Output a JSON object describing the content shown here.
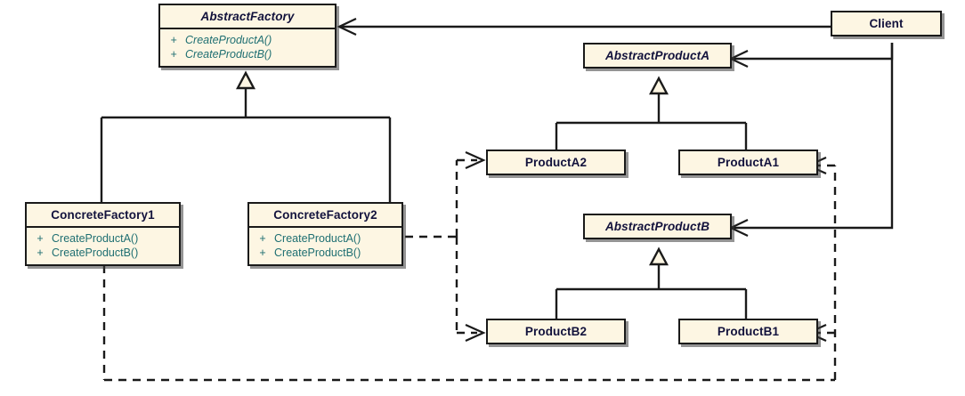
{
  "diagram": {
    "title": "Abstract Factory pattern UML class diagram",
    "colors": {
      "class_fill": "#fdf6e3",
      "class_border": "#1a1a1a",
      "class_name_text": "#12123c",
      "operation_text": "#1f6f72",
      "edge": "#1a1a1a",
      "canvas": "#ffffff"
    },
    "classes": [
      {
        "id": "abstract-factory",
        "name": "AbstractFactory",
        "abstract": true,
        "operations": [
          {
            "visibility": "+",
            "signature": "CreateProductA()",
            "abstract": true
          },
          {
            "visibility": "+",
            "signature": "CreateProductB()",
            "abstract": true
          }
        ]
      },
      {
        "id": "concrete-factory-1",
        "name": "ConcreteFactory1",
        "abstract": false,
        "operations": [
          {
            "visibility": "+",
            "signature": "CreateProductA()",
            "abstract": false
          },
          {
            "visibility": "+",
            "signature": "CreateProductB()",
            "abstract": false
          }
        ]
      },
      {
        "id": "concrete-factory-2",
        "name": "ConcreteFactory2",
        "abstract": false,
        "operations": [
          {
            "visibility": "+",
            "signature": "CreateProductA()",
            "abstract": false
          },
          {
            "visibility": "+",
            "signature": "CreateProductB()",
            "abstract": false
          }
        ]
      },
      {
        "id": "abstract-product-a",
        "name": "AbstractProductA",
        "abstract": true,
        "operations": []
      },
      {
        "id": "product-a1",
        "name": "ProductA1",
        "abstract": false,
        "operations": []
      },
      {
        "id": "product-a2",
        "name": "ProductA2",
        "abstract": false,
        "operations": []
      },
      {
        "id": "abstract-product-b",
        "name": "AbstractProductB",
        "abstract": true,
        "operations": []
      },
      {
        "id": "product-b1",
        "name": "ProductB1",
        "abstract": false,
        "operations": []
      },
      {
        "id": "product-b2",
        "name": "ProductB2",
        "abstract": false,
        "operations": []
      },
      {
        "id": "client",
        "name": "Client",
        "abstract": false,
        "operations": []
      }
    ],
    "relationships": [
      {
        "id": "gen-cf1-af",
        "type": "generalization",
        "from": "ConcreteFactory1",
        "to": "AbstractFactory",
        "style": "solid",
        "arrow": "hollow-triangle"
      },
      {
        "id": "gen-cf2-af",
        "type": "generalization",
        "from": "ConcreteFactory2",
        "to": "AbstractFactory",
        "style": "solid",
        "arrow": "hollow-triangle"
      },
      {
        "id": "gen-pa1-apa",
        "type": "generalization",
        "from": "ProductA1",
        "to": "AbstractProductA",
        "style": "solid",
        "arrow": "hollow-triangle"
      },
      {
        "id": "gen-pa2-apa",
        "type": "generalization",
        "from": "ProductA2",
        "to": "AbstractProductA",
        "style": "solid",
        "arrow": "hollow-triangle"
      },
      {
        "id": "gen-pb1-apb",
        "type": "generalization",
        "from": "ProductB1",
        "to": "AbstractProductB",
        "style": "solid",
        "arrow": "hollow-triangle"
      },
      {
        "id": "gen-pb2-apb",
        "type": "generalization",
        "from": "ProductB2",
        "to": "AbstractProductB",
        "style": "solid",
        "arrow": "hollow-triangle"
      },
      {
        "id": "assoc-client-af",
        "type": "association",
        "from": "Client",
        "to": "AbstractFactory",
        "style": "solid",
        "arrow": "open"
      },
      {
        "id": "assoc-client-apa",
        "type": "association",
        "from": "Client",
        "to": "AbstractProductA",
        "style": "solid",
        "arrow": "open"
      },
      {
        "id": "assoc-client-apb",
        "type": "association",
        "from": "Client",
        "to": "AbstractProductB",
        "style": "solid",
        "arrow": "open"
      },
      {
        "id": "dep-cf2-pa2",
        "type": "dependency",
        "from": "ConcreteFactory2",
        "to": "ProductA2",
        "style": "dashed",
        "arrow": "open"
      },
      {
        "id": "dep-cf2-pb2",
        "type": "dependency",
        "from": "ConcreteFactory2",
        "to": "ProductB2",
        "style": "dashed",
        "arrow": "open"
      },
      {
        "id": "dep-cf1-pa1",
        "type": "dependency",
        "from": "ConcreteFactory1",
        "to": "ProductA1",
        "style": "dashed",
        "arrow": "open"
      },
      {
        "id": "dep-cf1-pb1",
        "type": "dependency",
        "from": "ConcreteFactory1",
        "to": "ProductB1",
        "style": "dashed",
        "arrow": "open"
      }
    ]
  }
}
